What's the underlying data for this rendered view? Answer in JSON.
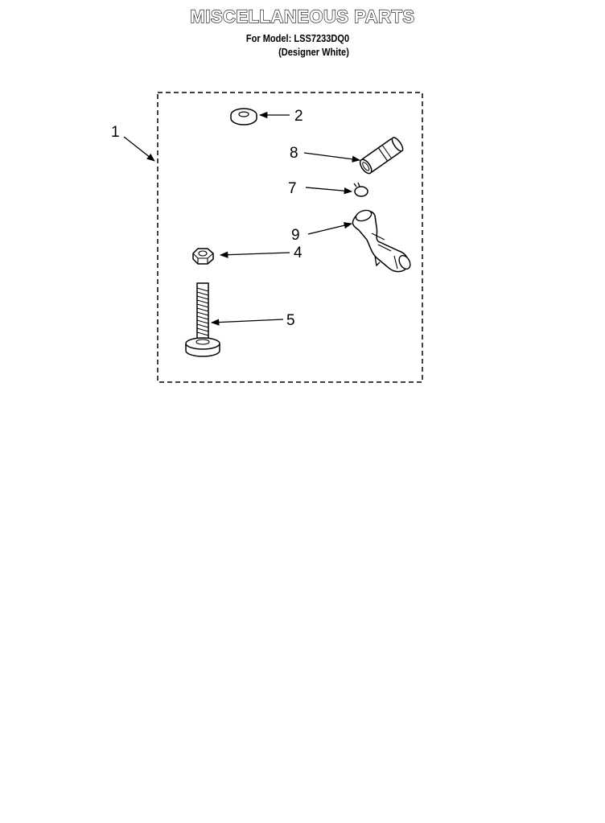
{
  "header": {
    "title": "MISCELLANEOUS PARTS",
    "model_line": "For Model: LSS7233DQ0",
    "color_line": "(Designer White)"
  },
  "callouts": {
    "c1": "1",
    "c2": "2",
    "c4": "4",
    "c5": "5",
    "c7": "7",
    "c8": "8",
    "c9": "9"
  },
  "colors": {
    "line": "#000000",
    "background": "#ffffff"
  }
}
